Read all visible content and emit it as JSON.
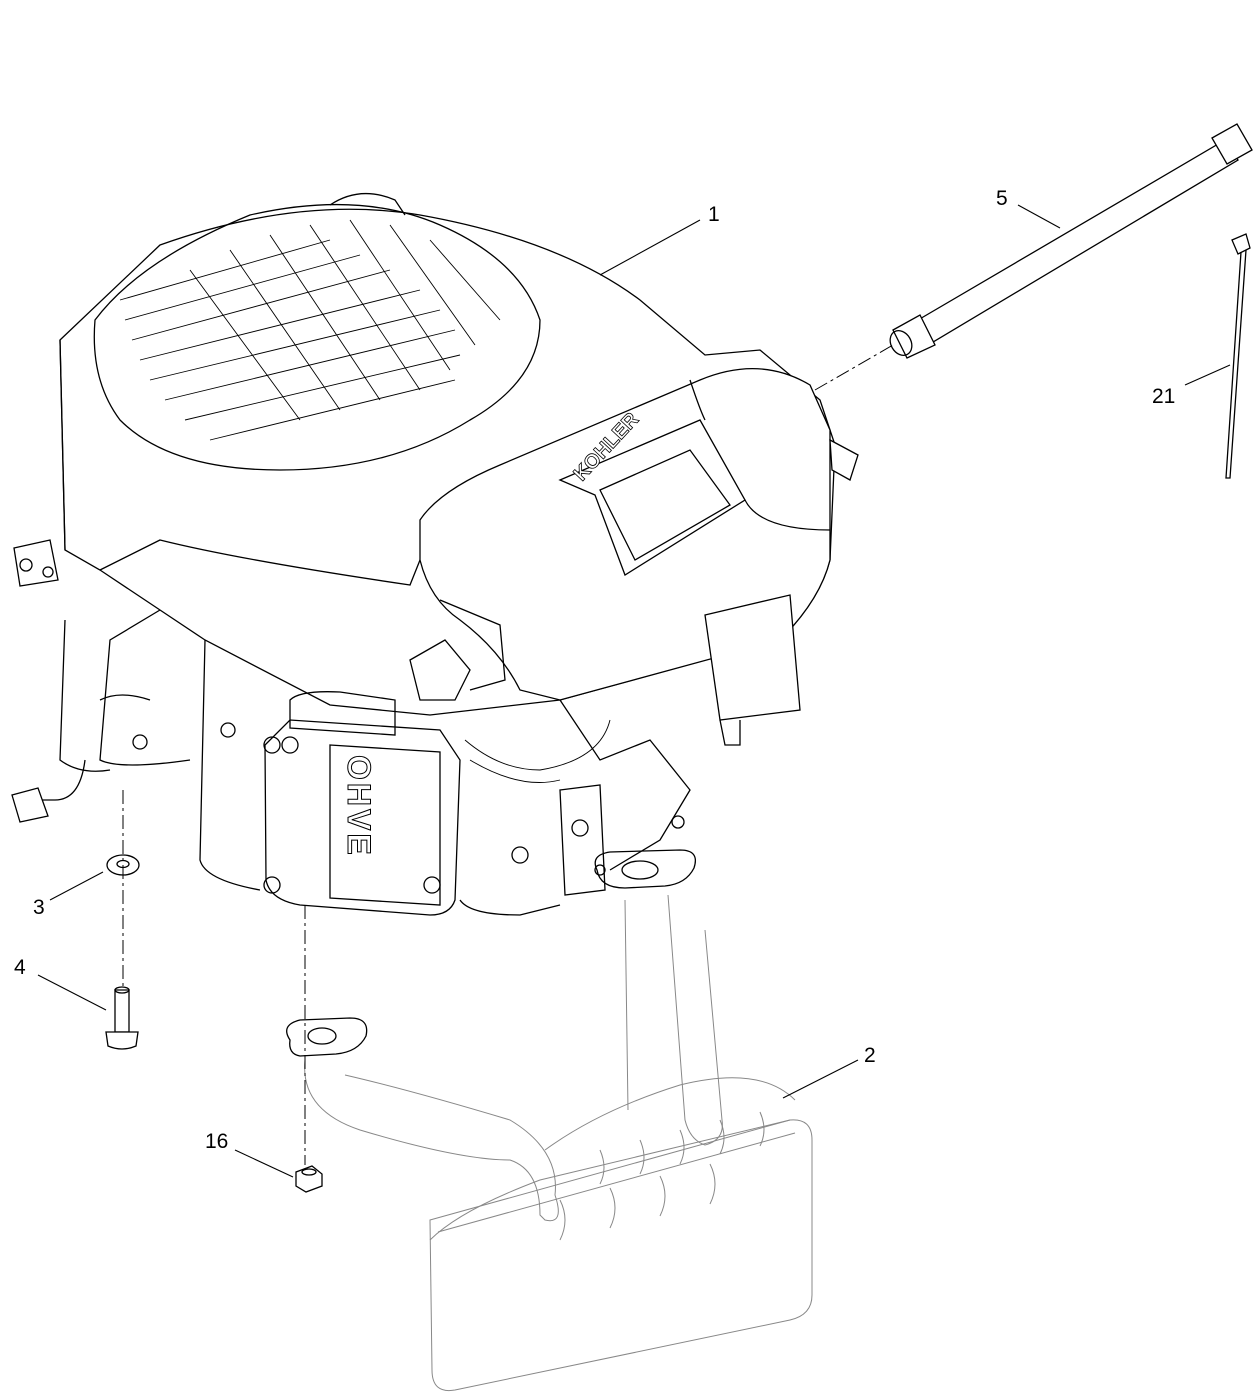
{
  "brand": {
    "engine_logo": "KOHLER",
    "valve_cover_mark": "OHVE"
  },
  "callouts": {
    "engine": "1",
    "muffler": "2",
    "washer": "3",
    "bolt": "4",
    "oil_drain_tube": "5",
    "nut": "16",
    "cable_tie": "21"
  },
  "colors": {
    "line": "#000000",
    "background": "#ffffff",
    "muffler_line": "#888888"
  }
}
